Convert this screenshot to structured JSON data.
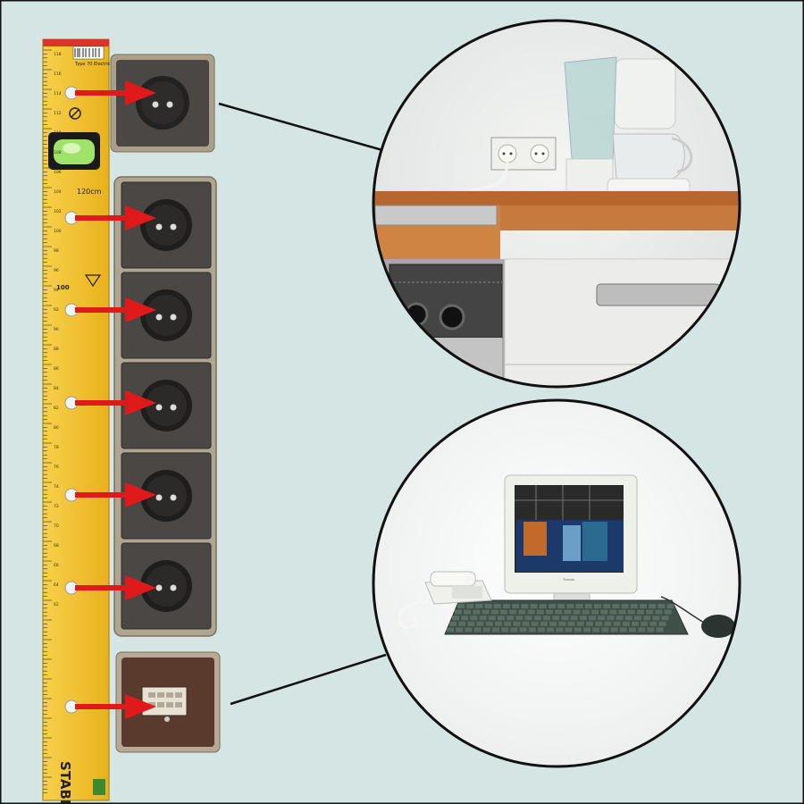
{
  "ruler": {
    "brand": "STABILA",
    "model": "Type 70 Electric",
    "length": "120cm",
    "mark_100": "100",
    "tick_numbers": [
      "118",
      "116",
      "114",
      "112",
      "110",
      "108",
      "106",
      "104",
      "102",
      "100",
      "98",
      "96",
      "94",
      "92",
      "90",
      "88",
      "86",
      "84",
      "82",
      "80",
      "78",
      "76",
      "74",
      "72",
      "70",
      "68",
      "66",
      "64",
      "62"
    ]
  },
  "sockets": {
    "top_single": "schuko-socket",
    "stack_count": 5,
    "bottom": "data-network-outlet"
  },
  "scenes": {
    "kitchen": "coffee-maker-on-counter",
    "office": "computer-with-phone"
  },
  "colors": {
    "background": "#d5e5e3",
    "ruler": "#f1c12c",
    "arrow": "#e01a1a",
    "socket_frame": "#4a4744",
    "frame_border": "#a89a80"
  },
  "monitor_label": "Tuxcan"
}
